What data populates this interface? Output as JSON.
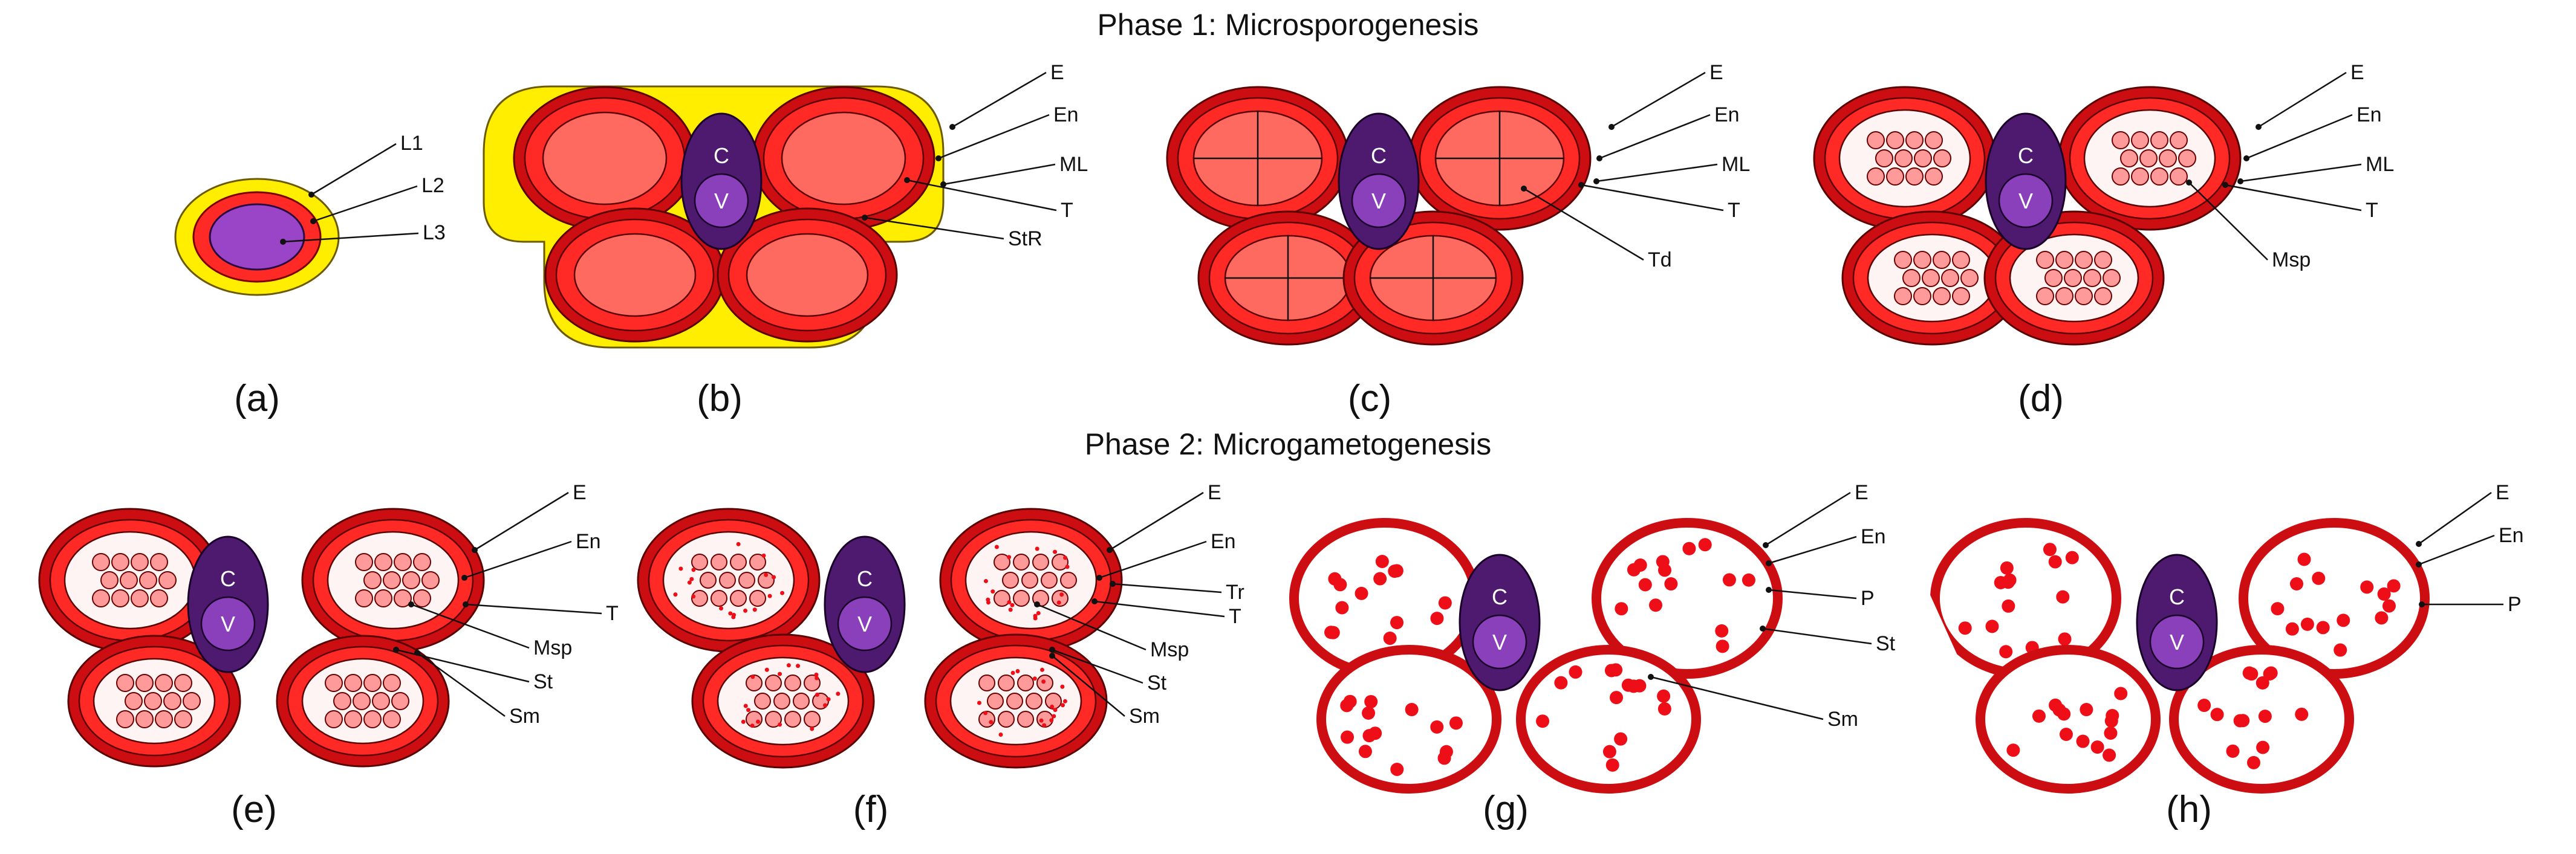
{
  "colors": {
    "wall": "#ffee00",
    "wall_edge": "#6b5a00",
    "sac_outer": "#cc0e12",
    "sac_mid": "#ff2a25",
    "sac_inner": "#ff6a60",
    "loculus": "#fff4f4",
    "cell": "#ff9a9a",
    "pollen": "#ee0e17",
    "connective_outer": "#4e1a70",
    "connective_inner": "#8a3fbb",
    "l3": "#9a44c8"
  },
  "phase1": {
    "title": "Phase 1: Microsporogenesis"
  },
  "phase2": {
    "title": "Phase 2: Microgametogenesis"
  },
  "connective": {
    "c": "C",
    "v": "V"
  },
  "panels": [
    {
      "id": "a",
      "label": "(a)",
      "stage": "meristem",
      "callouts": [
        "L1",
        "L2",
        "L3"
      ]
    },
    {
      "id": "b",
      "label": "(b)",
      "stage": "sporogenous",
      "callouts": [
        "E",
        "En",
        "ML",
        "T",
        "StR"
      ]
    },
    {
      "id": "c",
      "label": "(c)",
      "stage": "tetrad",
      "callouts": [
        "E",
        "En",
        "ML",
        "T",
        "Td"
      ]
    },
    {
      "id": "d",
      "label": "(d)",
      "stage": "microspore",
      "callouts": [
        "E",
        "En",
        "ML",
        "T",
        "Msp"
      ]
    },
    {
      "id": "e",
      "label": "(e)",
      "stage": "microspore-large",
      "callouts": [
        "E",
        "En",
        "T",
        "Msp",
        "St",
        "Sm"
      ]
    },
    {
      "id": "f",
      "label": "(f)",
      "stage": "tryphine",
      "callouts": [
        "E",
        "En",
        "Tr",
        "T",
        "Msp",
        "St",
        "Sm"
      ]
    },
    {
      "id": "g",
      "label": "(g)",
      "stage": "pollen",
      "callouts": [
        "E",
        "En",
        "P",
        "St",
        "Sm"
      ]
    },
    {
      "id": "h",
      "label": "(h)",
      "stage": "dehiscence",
      "callouts": [
        "E",
        "En",
        "P"
      ]
    }
  ]
}
